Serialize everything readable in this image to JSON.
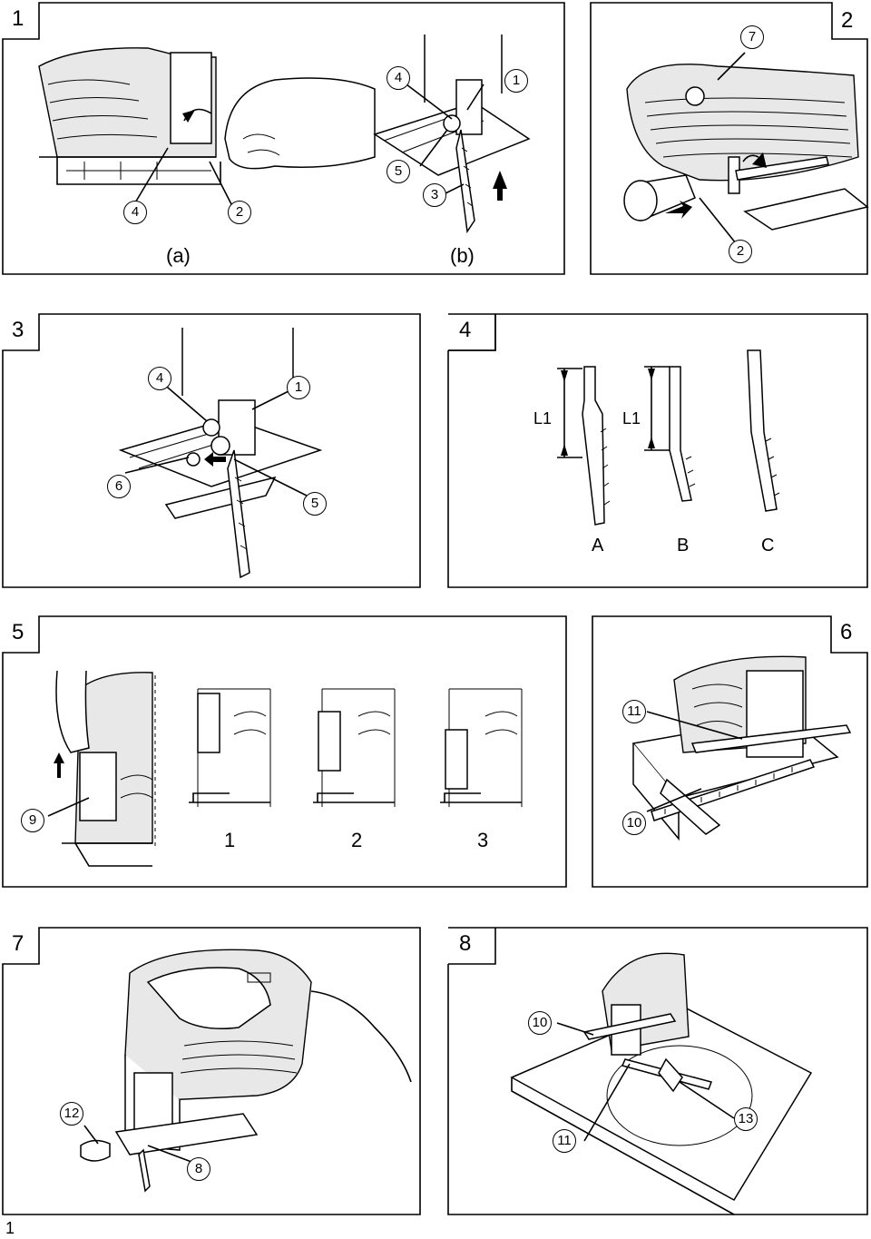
{
  "figures": [
    {
      "id": "fig1",
      "number": "1",
      "sublabels": [
        "(a)",
        "(b)"
      ],
      "callouts": [
        "4",
        "2",
        "4",
        "1",
        "5",
        "3"
      ]
    },
    {
      "id": "fig2",
      "number": "2",
      "callouts": [
        "7",
        "2"
      ]
    },
    {
      "id": "fig3",
      "number": "3",
      "callouts": [
        "4",
        "1",
        "6",
        "5"
      ]
    },
    {
      "id": "fig4",
      "number": "4",
      "dimension_label": "L1",
      "blade_labels": [
        "A",
        "B",
        "C"
      ]
    },
    {
      "id": "fig5",
      "number": "5",
      "callouts": [
        "9"
      ],
      "positions": [
        "1",
        "2",
        "3"
      ]
    },
    {
      "id": "fig6",
      "number": "6",
      "callouts": [
        "11",
        "10"
      ]
    },
    {
      "id": "fig7",
      "number": "7",
      "callouts": [
        "12",
        "8"
      ]
    },
    {
      "id": "fig8",
      "number": "8",
      "callouts": [
        "10",
        "11",
        "13"
      ]
    }
  ],
  "page_number": "1"
}
